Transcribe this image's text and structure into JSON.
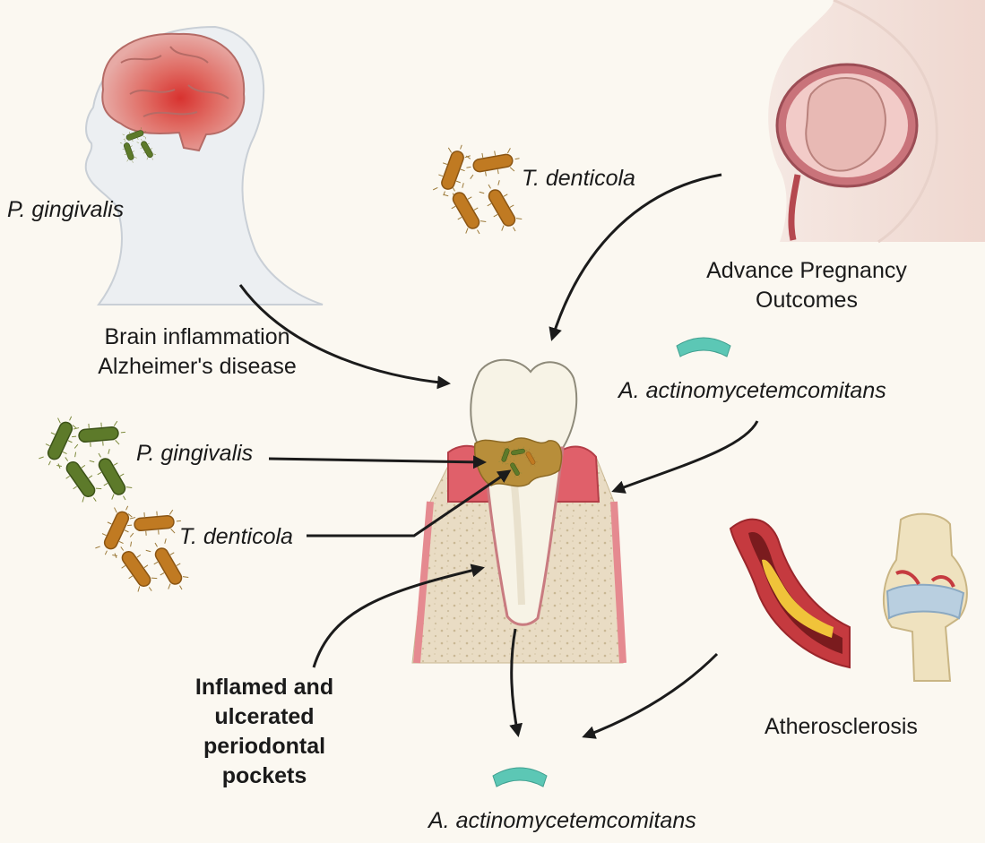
{
  "labels": {
    "head_bacteria": "P. gingivalis",
    "brain_line1": "Brain inflammation",
    "brain_line2": "Alzheimer's disease",
    "top_bacteria": "T. denticola",
    "pregnancy_line1": "Advance Pregnancy",
    "pregnancy_line2": "Outcomes",
    "aa_top": "A. actinomycetemcomitans",
    "pg_left": "P. gingivalis",
    "td_left": "T. denticola",
    "pocket_line1": "Inflamed and",
    "pocket_line2": "ulcerated",
    "pocket_line3": "periodontal",
    "pocket_line4": "pockets",
    "athero": "Atherosclerosis",
    "aa_bottom": "A. actinomycetemcomitans"
  },
  "colors": {
    "background": "#fbf8f1",
    "pg_bacteria": "#5d7a2a",
    "td_bacteria": "#c07a22",
    "aa_bacteria": "#5cc7b5",
    "gum": "#e0606a",
    "bone": "#e9dcc4",
    "tooth": "#f7f3e6",
    "brain": "#d98a86",
    "plaque": "#b88e3a"
  },
  "icons": [
    "head-profile-icon",
    "brain-icon",
    "pregnant-belly-icon",
    "fetus-icon",
    "tooth-icon",
    "gum-icon",
    "bone-icon",
    "artery-icon",
    "knee-joint-icon",
    "rod-bacteria-icon",
    "crescent-bacteria-icon"
  ]
}
